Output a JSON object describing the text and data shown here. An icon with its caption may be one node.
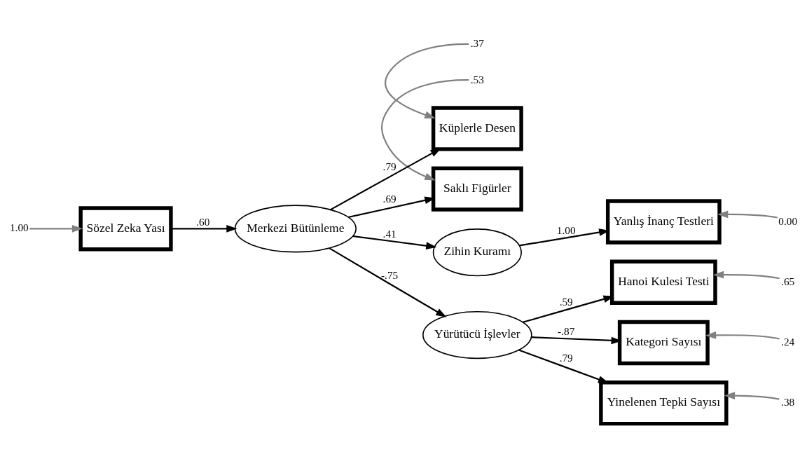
{
  "diagram": {
    "nodes": [
      {
        "text": [
          ".37"
        ]
      },
      {
        "text": [
          ".53"
        ]
      },
      {
        "text": [
          "Küplerle Desen"
        ]
      },
      {
        "text": [
          "Saklı Figürler"
        ]
      },
      {
        "text": [
          "Zihin Kuramı"
        ]
      },
      {
        "text": [
          "Yanlış İnanç Testleri"
        ]
      },
      {
        "text": [
          "0.00"
        ]
      },
      {
        "text": [
          "1.00"
        ]
      },
      {
        "text": [
          "Sözel Zeka Yası"
        ]
      },
      {
        "text": [
          "Merkezi Bütünleme"
        ]
      },
      {
        "text": [
          "Hanoi Kulesi Testi"
        ]
      },
      {
        "text": [
          ".65"
        ]
      },
      {
        "text": [
          "Yürütücü İşlevler"
        ]
      },
      {
        "text": [
          "Kategori Sayısı"
        ]
      },
      {
        "text": [
          ".24"
        ]
      },
      {
        "text": [
          "Yinelenen Tepki Sayısı"
        ]
      },
      {
        "text": [
          ".38"
        ]
      }
    ],
    "edges": [
      {
        "from": 0,
        "to": 2,
        "arrow": "to",
        "color": "#808080"
      },
      {
        "from": 1,
        "to": 3,
        "arrow": "to",
        "color": "#808080"
      },
      {
        "from": 9,
        "to": 2,
        "label": ".79",
        "arrow": "to"
      },
      {
        "from": 9,
        "to": 3,
        "label": ".69",
        "arrow": "to"
      },
      {
        "from": 9,
        "to": 4,
        "label": ".41",
        "arrow": "to"
      },
      {
        "from": 4,
        "to": 5,
        "label": "1.00",
        "arrow": "to"
      },
      {
        "from": 6,
        "to": 5,
        "arrow": "to",
        "color": "#808080"
      },
      {
        "from": 7,
        "to": 8,
        "arrow": "to",
        "color": "#808080"
      },
      {
        "from": 8,
        "to": 9,
        "label": ".60",
        "arrow": "to"
      },
      {
        "from": 9,
        "to": 12,
        "label": "-.75",
        "arrow": "to"
      },
      {
        "from": 12,
        "to": 10,
        "label": ".59",
        "arrow": "to"
      },
      {
        "from": 12,
        "to": 13,
        "label": "-.87",
        "arrow": "to"
      },
      {
        "from": 12,
        "to": 15,
        "label": ".79",
        "arrow": "to"
      },
      {
        "from": 11,
        "to": 10,
        "arrow": "to",
        "color": "#808080"
      },
      {
        "from": 14,
        "to": 13,
        "arrow": "to",
        "color": "#808080"
      },
      {
        "from": 16,
        "to": 15,
        "arrow": "to",
        "color": "#808080"
      }
    ]
  }
}
